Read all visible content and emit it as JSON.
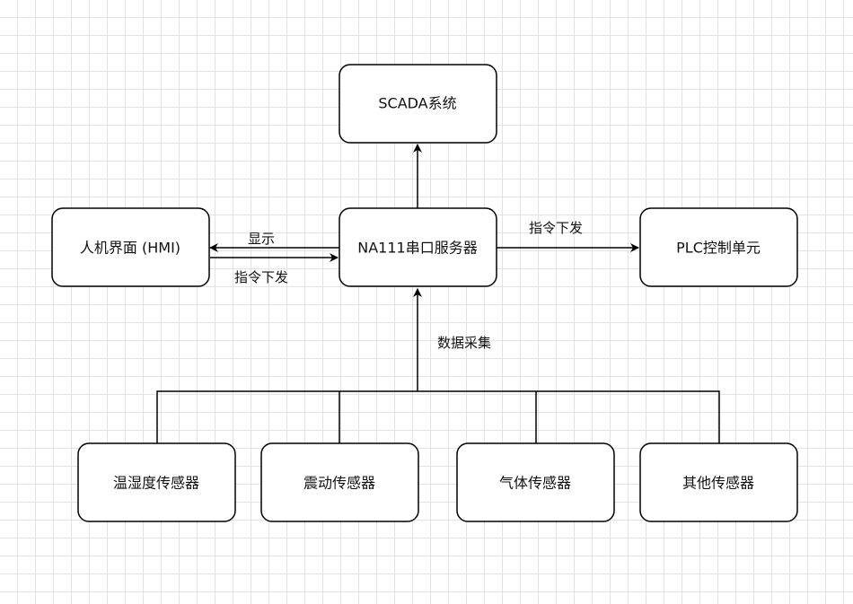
{
  "nodes": {
    "scada": "SCADA系统",
    "hmi": "人机界面 (HMI)",
    "server": "NA111串口服务器",
    "plc": "PLC控制单元",
    "temp_humidity": "温湿度传感器",
    "vibration": "震动传感器",
    "gas": "气体传感器",
    "other": "其他传感器"
  },
  "edges": {
    "display": "显示",
    "command_to_server": "指令下发",
    "command_to_plc": "指令下发",
    "data_collection": "数据采集"
  }
}
